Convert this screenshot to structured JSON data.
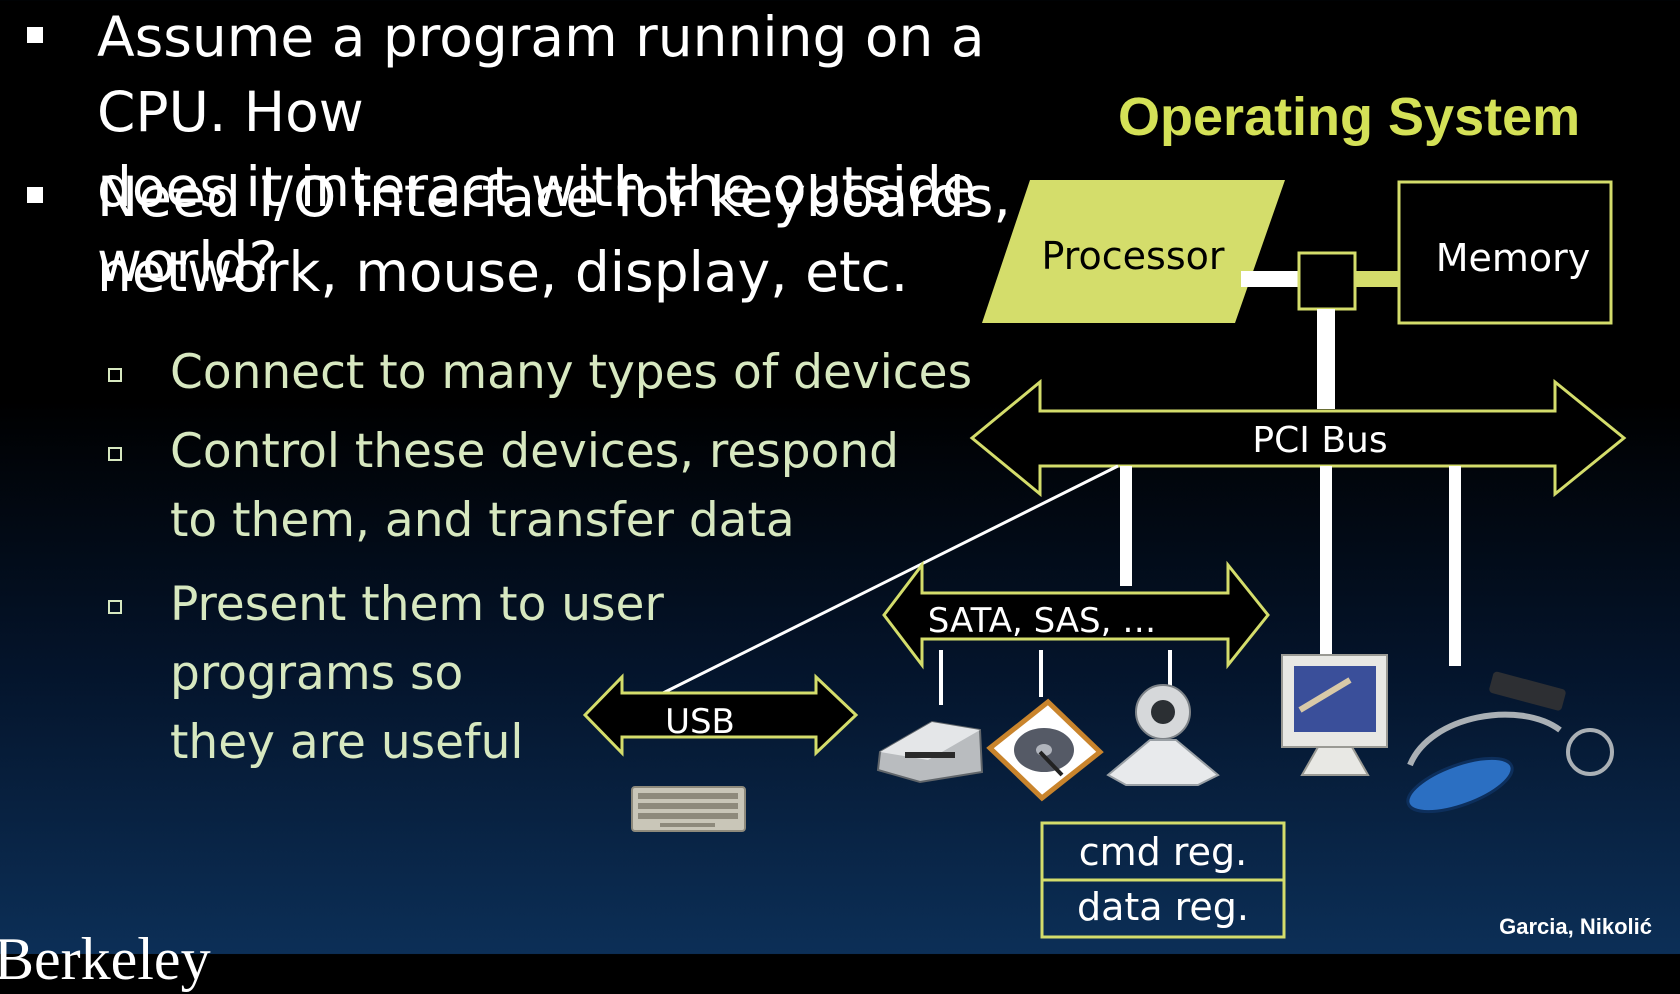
{
  "bullets": [
    {
      "text": "Assume a program running on a CPU. How\ndoes it interact with the outside world?"
    },
    {
      "text": "Need I/O interface for keyboards,\nnetwork, mouse, display, etc."
    }
  ],
  "sub_bullets": [
    {
      "text": "Connect to many types of devices"
    },
    {
      "text": "Control these devices, respond\nto them, and transfer data"
    },
    {
      "text": "Present them to user\nprograms so\nthey are useful"
    }
  ],
  "diagram": {
    "title": "Operating System",
    "processor": "Processor",
    "memory": "Memory",
    "pci_bus": "PCI Bus",
    "sata_bus": "SATA, SAS, …",
    "usb": "USB",
    "cmd_reg": "cmd reg.",
    "data_reg": "data reg."
  },
  "icons": [
    "keyboard-icon",
    "scanner-icon",
    "hard-drive-icon",
    "webcam-icon",
    "monitor-icon",
    "headset-icon"
  ],
  "colors": {
    "accent": "#d4e157",
    "box_fill": "#d4dd6b",
    "outline": "#d4dd6b",
    "sub_text": "#d7e8c0"
  },
  "footer": {
    "credit": "Garcia, Nikolić",
    "logo_fragment": "Berkeley"
  }
}
